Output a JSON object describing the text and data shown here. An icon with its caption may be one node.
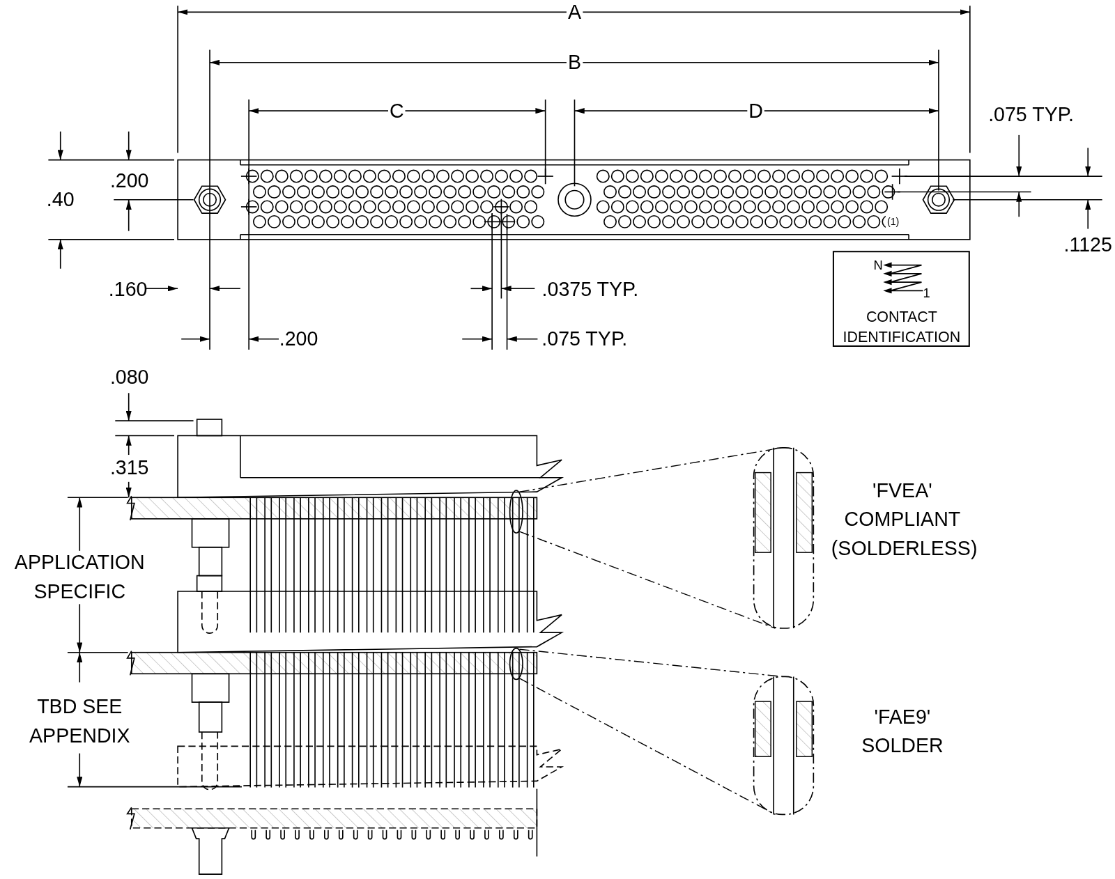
{
  "diagram": {
    "nodes": [
      {
        "text": [
          "N",
          "1",
          "CONTACT IDENTIFICATION"
        ]
      },
      {
        "text": [],
        "shape": "circle"
      },
      {
        "text": [],
        "shape": "picture",
        "beside": [
          "'FVEA' COMPLIANT (SOLDERLESS)"
        ]
      },
      {
        "text": [],
        "shape": "circle"
      },
      {
        "text": [],
        "shape": "picture",
        "beside": [
          "'FAE9' SOLDER"
        ]
      }
    ],
    "edges": [
      {
        "from": 1,
        "to": 2,
        "arrow": "none",
        "style": "dashed"
      },
      {
        "from": 1,
        "to": 2,
        "arrow": "none",
        "style": "dashed"
      },
      {
        "from": 3,
        "to": 4,
        "arrow": "none",
        "style": "dashed"
      },
      {
        "from": 3,
        "to": 4,
        "arrow": "none",
        "style": "dashed"
      }
    ],
    "labels": [
      "A",
      "B",
      "C",
      "D",
      ".075 TYP.",
      ".200",
      ".40",
      "(1)",
      ".1125",
      ".160",
      ".0375 TYP.",
      ".200",
      ".075 TYP.",
      ".080",
      ".315",
      "APPLICATION SPECIFIC",
      "TBD SEE APPENDIX"
    ]
  }
}
